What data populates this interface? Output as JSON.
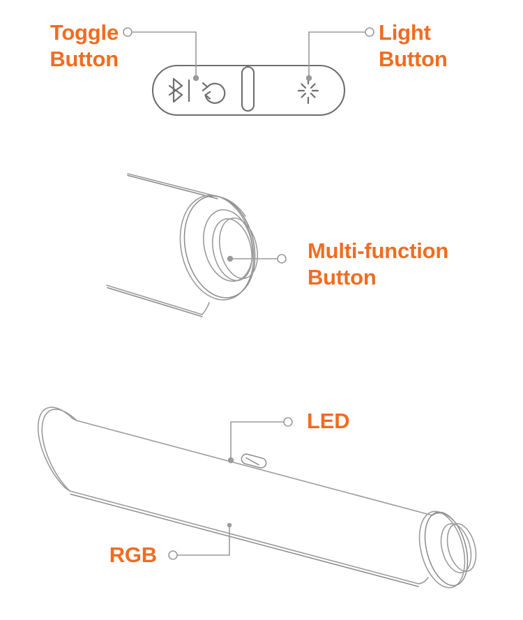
{
  "diagram": {
    "title": "Speaker Button And Indicator Callout Diagram",
    "accent_color": "#F26B21",
    "line_color": "#9a9a9a",
    "art_color": "#6e6e6e",
    "background": "#ffffff"
  },
  "callouts": [
    {
      "id": "toggle-button",
      "label": "Toggle\nButton",
      "align": "right",
      "target": "bluetooth-pairing-control"
    },
    {
      "id": "light-button",
      "label": "Light\nButton",
      "align": "left",
      "target": "light-control"
    },
    {
      "id": "multi-function-button",
      "label": "Multi-function\nButton",
      "align": "left",
      "target": "end-cap-button"
    },
    {
      "id": "led",
      "label": "LED",
      "align": "left",
      "target": "led-indicator"
    },
    {
      "id": "rgb",
      "label": "RGB",
      "align": "right",
      "target": "rgb-light-strip"
    }
  ],
  "control_panel": {
    "name": "capsule-control-panel",
    "icons": [
      {
        "id": "bluetooth-icon",
        "label": "bluetooth"
      },
      {
        "id": "divider-icon",
        "label": "divider"
      },
      {
        "id": "refresh-icon",
        "label": "pairing-loop"
      },
      {
        "id": "slot-icon",
        "label": "center-slot"
      },
      {
        "id": "light-burst-icon",
        "label": "light"
      }
    ]
  },
  "illustrations": [
    {
      "id": "speaker-end-cap-illustration",
      "label": "Speaker end cap with multi-function button"
    },
    {
      "id": "speaker-body-illustration",
      "label": "Speaker body with LED and RGB strip"
    }
  ]
}
